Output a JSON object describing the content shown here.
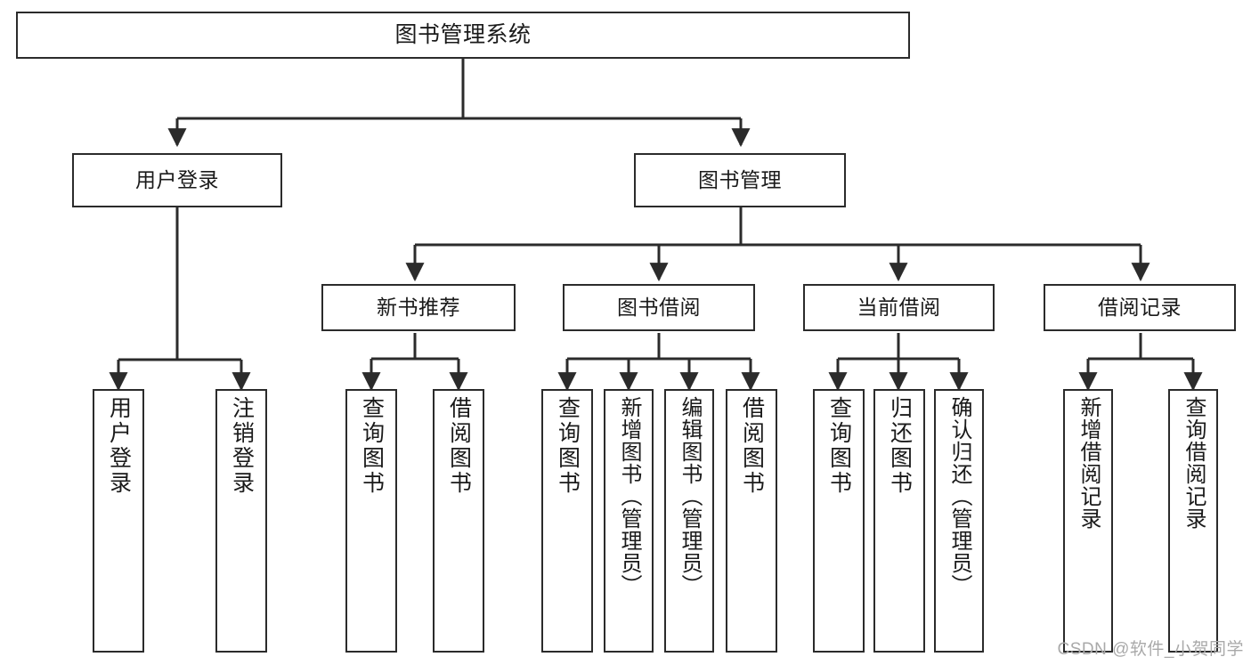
{
  "diagram": {
    "title": "图书管理系统",
    "type": "tree-hierarchy-chart",
    "watermark": "CSDN @软件_小贺同学",
    "colors": {
      "background": "#ffffff",
      "node_border": "#2b2b2b",
      "node_fill": "#ffffff",
      "edge": "#2b2b2b",
      "text": "#1a1a1a",
      "watermark": "#a9a9a9"
    },
    "nodes": {
      "root": {
        "label": "图书管理系统"
      },
      "login": {
        "label": "用户登录"
      },
      "book_manage": {
        "label": "图书管理"
      },
      "new_book_rec": {
        "label": "新书推荐"
      },
      "book_borrow": {
        "label": "图书借阅"
      },
      "current_borrow": {
        "label": "当前借阅"
      },
      "borrow_record": {
        "label": "借阅记录"
      },
      "leaf_user_login": {
        "label": "用户登录"
      },
      "leaf_logout": {
        "label": "注销登录"
      },
      "leaf_query_book_1": {
        "label": "查询图书"
      },
      "leaf_borrow_book_1": {
        "label": "借阅图书"
      },
      "leaf_query_book_2": {
        "label": "查询图书"
      },
      "leaf_add_book": {
        "label": "新增图书（管理员）"
      },
      "leaf_edit_book": {
        "label": "编辑图书（管理员）"
      },
      "leaf_borrow_book_2": {
        "label": "借阅图书"
      },
      "leaf_query_book_3": {
        "label": "查询图书"
      },
      "leaf_return_book": {
        "label": "归还图书"
      },
      "leaf_confirm_return": {
        "label": "确认归还（管理员）"
      },
      "leaf_add_record": {
        "label": "新增借阅记录"
      },
      "leaf_query_record": {
        "label": "查询借阅记录"
      }
    }
  }
}
